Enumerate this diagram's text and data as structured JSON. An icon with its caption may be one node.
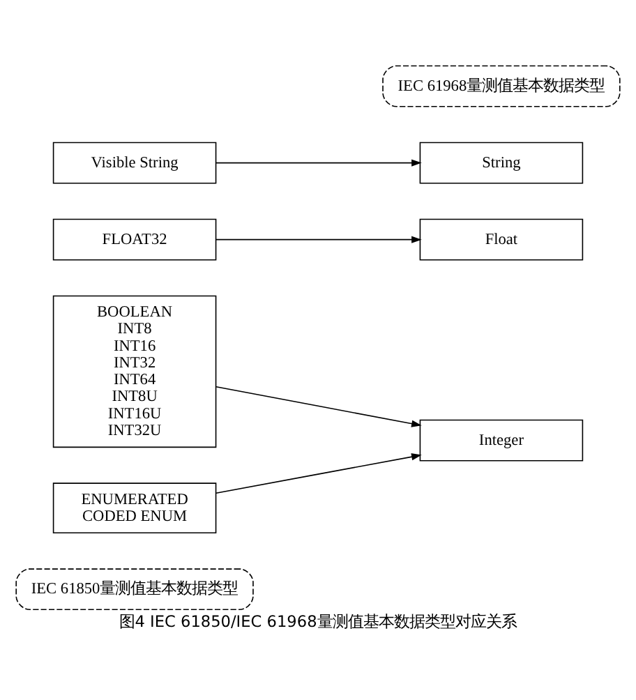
{
  "diagram": {
    "caption": "图4 IEC 61850/IEC 61968量测值基本数据类型对应关系",
    "nodes": [
      {
        "text": [
          "IEC 61850量测值基本数据类型"
        ]
      },
      {
        "text": [
          "IEC 61968量测值基本数据类型"
        ]
      },
      {
        "text": [
          "BOOLEAN",
          "INT8",
          "INT16",
          "INT32",
          "INT64",
          "INT8U",
          "INT16U",
          "INT32U"
        ]
      },
      {
        "text": [
          "ENUMERATED",
          "CODED ENUM"
        ]
      },
      {
        "text": [
          "Integer"
        ]
      },
      {
        "text": [
          "FLOAT32"
        ]
      },
      {
        "text": [
          "Float"
        ]
      },
      {
        "text": [
          "Visible String"
        ]
      },
      {
        "text": [
          "String"
        ]
      }
    ],
    "edges": [
      {
        "from": 2,
        "to": 4,
        "arrow": "to"
      },
      {
        "from": 3,
        "to": 4,
        "arrow": "to"
      },
      {
        "from": 5,
        "to": 6,
        "arrow": "to"
      },
      {
        "from": 7,
        "to": 8,
        "arrow": "to"
      }
    ]
  }
}
